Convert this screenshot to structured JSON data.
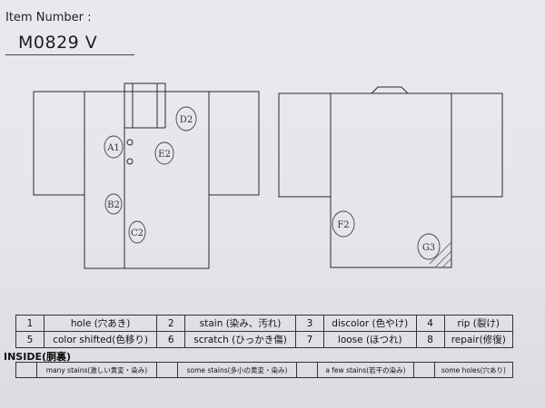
{
  "item": {
    "label": "Item Number :",
    "value": "M0829  V"
  },
  "front_annotations": [
    "A1",
    "B2",
    "C2",
    "D2",
    "E2"
  ],
  "back_annotations": [
    "F2",
    "G3"
  ],
  "legend": [
    [
      {
        "num": "1",
        "text": "hole (穴あき)"
      },
      {
        "num": "2",
        "text": "stain (染み、汚れ)"
      },
      {
        "num": "3",
        "text": "discolor (色やけ)"
      },
      {
        "num": "4",
        "text": "rip (裂け)"
      }
    ],
    [
      {
        "num": "5",
        "text": "color shifted(色移り)"
      },
      {
        "num": "6",
        "text": "scratch (ひっかき傷)"
      },
      {
        "num": "7",
        "text": "loose (ほつれ)"
      },
      {
        "num": "8",
        "text": "repair(修復)"
      }
    ]
  ],
  "inside": {
    "title": "INSIDE(胴裏)",
    "items": [
      "many stains(激しい黄変・染み)",
      "some stains(多小の黄変・染み)",
      "a few stains(若干の染み)",
      "some holes(穴あり)"
    ]
  },
  "colors": {
    "ink": "#2a2a2a",
    "paper": "#e6e7ec"
  }
}
